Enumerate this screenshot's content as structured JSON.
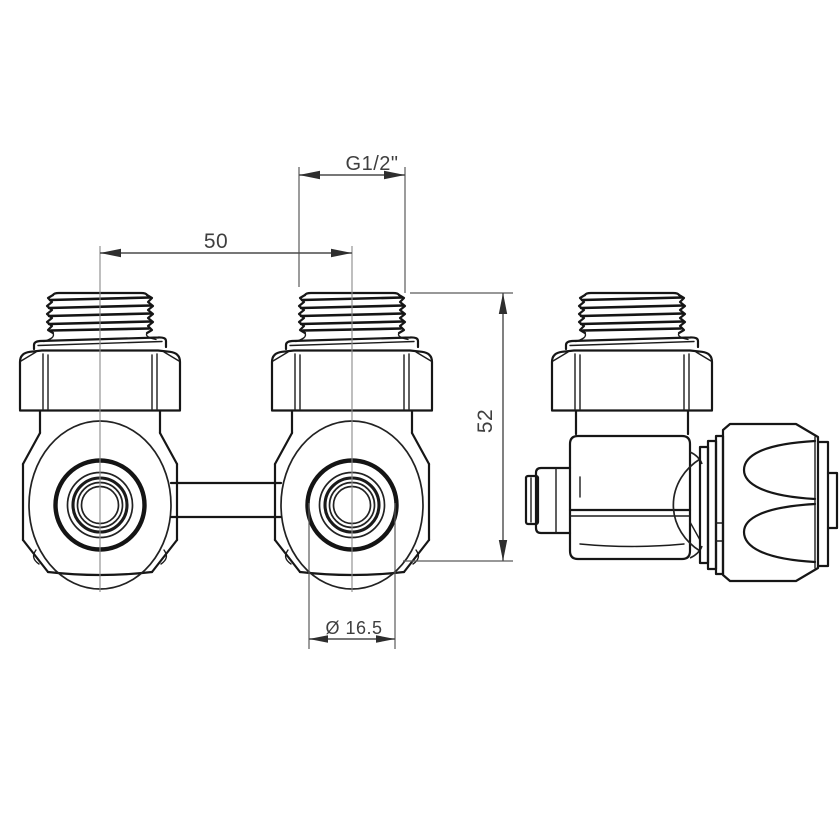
{
  "drawing": {
    "type": "technical-drawing",
    "description": "Twin radiator valve fitting shown in front view (two threaded unions with connecting bar) and side view (valve with compression fitting)",
    "background_color": "#ffffff",
    "line_color": "#161616",
    "dimension_color": "#4a4a4a",
    "dimensions": {
      "thread_size": {
        "label": "G1/2\""
      },
      "center_distance": {
        "label": "50",
        "value": 50
      },
      "overall_height": {
        "label": "52",
        "value": 52
      },
      "bore_diameter": {
        "label": "Ø 16.5",
        "value": 16.5
      }
    }
  }
}
